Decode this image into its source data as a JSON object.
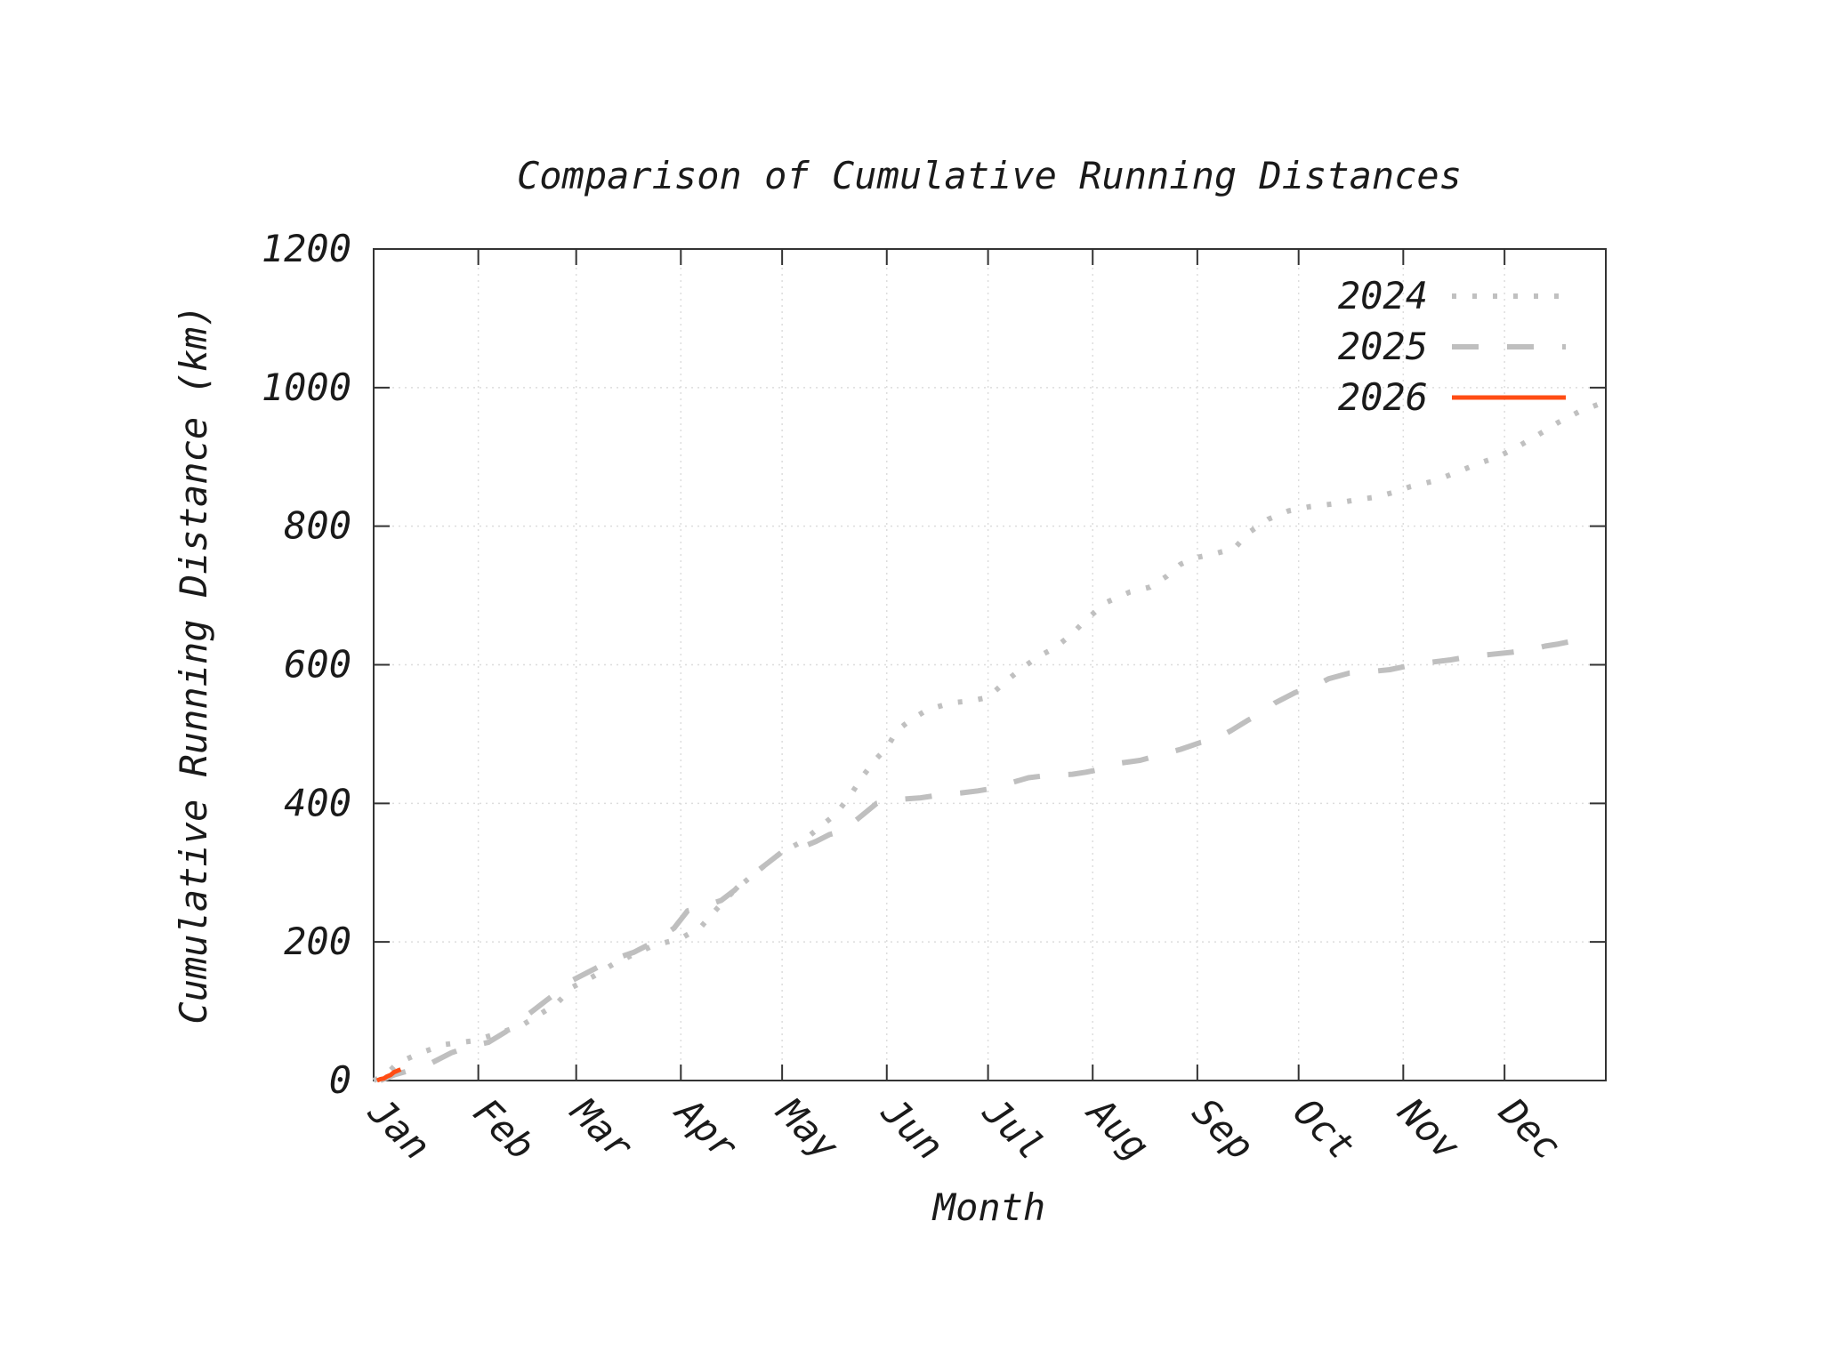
{
  "chart_data": {
    "type": "line",
    "title": "Comparison of Cumulative Running Distances",
    "xlabel": "Month",
    "ylabel": "Cumulative Running Distance (km)",
    "x_unit": "day of year",
    "xlim": [
      1,
      366
    ],
    "ylim": [
      0,
      1200
    ],
    "y_ticks": [
      0,
      200,
      400,
      600,
      800,
      1000,
      1200
    ],
    "x_ticks": [
      {
        "label": "Jan",
        "day": 1
      },
      {
        "label": "Feb",
        "day": 32
      },
      {
        "label": "Mar",
        "day": 61
      },
      {
        "label": "Apr",
        "day": 92
      },
      {
        "label": "May",
        "day": 122
      },
      {
        "label": "Jun",
        "day": 153
      },
      {
        "label": "Jul",
        "day": 183
      },
      {
        "label": "Aug",
        "day": 214
      },
      {
        "label": "Sep",
        "day": 245
      },
      {
        "label": "Oct",
        "day": 275
      },
      {
        "label": "Nov",
        "day": 306
      },
      {
        "label": "Dec",
        "day": 336
      }
    ],
    "grid": true,
    "legend_position": "top-right",
    "series": [
      {
        "name": "2024",
        "style": "dotted",
        "color": "#c0c0c0",
        "points": [
          [
            1,
            0
          ],
          [
            5,
            10
          ],
          [
            8,
            25
          ],
          [
            15,
            40
          ],
          [
            22,
            52
          ],
          [
            30,
            57
          ],
          [
            38,
            68
          ],
          [
            45,
            80
          ],
          [
            50,
            95
          ],
          [
            55,
            110
          ],
          [
            60,
            135
          ],
          [
            66,
            150
          ],
          [
            72,
            168
          ],
          [
            78,
            182
          ],
          [
            84,
            195
          ],
          [
            92,
            205
          ],
          [
            98,
            222
          ],
          [
            104,
            255
          ],
          [
            108,
            275
          ],
          [
            113,
            295
          ],
          [
            118,
            315
          ],
          [
            122,
            330
          ],
          [
            128,
            345
          ],
          [
            133,
            365
          ],
          [
            138,
            385
          ],
          [
            142,
            410
          ],
          [
            146,
            440
          ],
          [
            150,
            465
          ],
          [
            153,
            480
          ],
          [
            156,
            505
          ],
          [
            160,
            520
          ],
          [
            165,
            535
          ],
          [
            172,
            545
          ],
          [
            178,
            548
          ],
          [
            183,
            553
          ],
          [
            188,
            575
          ],
          [
            193,
            595
          ],
          [
            198,
            612
          ],
          [
            203,
            625
          ],
          [
            208,
            645
          ],
          [
            212,
            665
          ],
          [
            218,
            690
          ],
          [
            225,
            705
          ],
          [
            231,
            712
          ],
          [
            236,
            728
          ],
          [
            240,
            745
          ],
          [
            245,
            755
          ],
          [
            250,
            760
          ],
          [
            256,
            768
          ],
          [
            260,
            790
          ],
          [
            266,
            810
          ],
          [
            272,
            822
          ],
          [
            278,
            828
          ],
          [
            285,
            832
          ],
          [
            292,
            838
          ],
          [
            298,
            842
          ],
          [
            304,
            850
          ],
          [
            308,
            857
          ],
          [
            315,
            865
          ],
          [
            322,
            878
          ],
          [
            328,
            890
          ],
          [
            334,
            900
          ],
          [
            340,
            915
          ],
          [
            346,
            932
          ],
          [
            352,
            950
          ],
          [
            358,
            965
          ],
          [
            366,
            980
          ]
        ]
      },
      {
        "name": "2025",
        "style": "dashed",
        "color": "#bfbfbf",
        "points": [
          [
            3,
            0
          ],
          [
            7,
            8
          ],
          [
            12,
            15
          ],
          [
            18,
            25
          ],
          [
            24,
            40
          ],
          [
            30,
            50
          ],
          [
            35,
            55
          ],
          [
            40,
            70
          ],
          [
            44,
            85
          ],
          [
            48,
            100
          ],
          [
            52,
            115
          ],
          [
            56,
            130
          ],
          [
            60,
            145
          ],
          [
            66,
            160
          ],
          [
            72,
            175
          ],
          [
            78,
            185
          ],
          [
            84,
            200
          ],
          [
            90,
            220
          ],
          [
            94,
            245
          ],
          [
            98,
            250
          ],
          [
            104,
            260
          ],
          [
            108,
            275
          ],
          [
            110,
            285
          ],
          [
            114,
            300
          ],
          [
            118,
            315
          ],
          [
            122,
            330
          ],
          [
            127,
            335
          ],
          [
            132,
            345
          ],
          [
            136,
            355
          ],
          [
            140,
            360
          ],
          [
            145,
            380
          ],
          [
            150,
            400
          ],
          [
            155,
            405
          ],
          [
            163,
            408
          ],
          [
            170,
            413
          ],
          [
            175,
            415
          ],
          [
            180,
            418
          ],
          [
            185,
            422
          ],
          [
            190,
            430
          ],
          [
            195,
            437
          ],
          [
            200,
            440
          ],
          [
            208,
            442
          ],
          [
            212,
            445
          ],
          [
            217,
            450
          ],
          [
            222,
            458
          ],
          [
            228,
            462
          ],
          [
            234,
            470
          ],
          [
            240,
            478
          ],
          [
            246,
            488
          ],
          [
            250,
            492
          ],
          [
            255,
            505
          ],
          [
            260,
            520
          ],
          [
            264,
            530
          ],
          [
            268,
            545
          ],
          [
            274,
            560
          ],
          [
            280,
            570
          ],
          [
            284,
            580
          ],
          [
            290,
            588
          ],
          [
            296,
            590
          ],
          [
            302,
            593
          ],
          [
            307,
            598
          ],
          [
            313,
            603
          ],
          [
            320,
            607
          ],
          [
            326,
            612
          ],
          [
            332,
            615
          ],
          [
            338,
            618
          ],
          [
            344,
            622
          ],
          [
            348,
            627
          ],
          [
            352,
            630
          ],
          [
            356,
            634
          ],
          [
            360,
            636
          ]
        ]
      },
      {
        "name": "2026",
        "style": "solid",
        "color": "#ff4d14",
        "points": [
          [
            2,
            0
          ],
          [
            3,
            2
          ],
          [
            4,
            3
          ],
          [
            5,
            6
          ],
          [
            6,
            8
          ],
          [
            7,
            12
          ],
          [
            8,
            14
          ],
          [
            9,
            16
          ]
        ]
      }
    ]
  }
}
